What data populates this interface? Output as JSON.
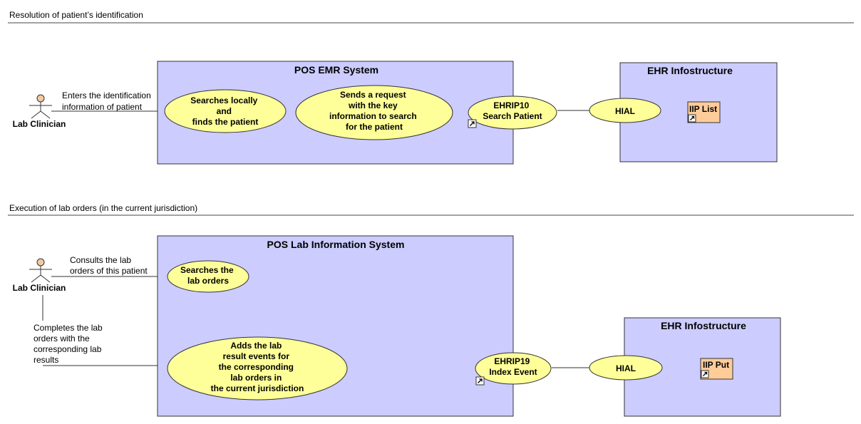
{
  "sections": [
    {
      "title": "Resolution of patient’s identification"
    },
    {
      "title": "Execution of lab orders (in the current jurisdiction)"
    }
  ],
  "systems": [
    {
      "name": "POS EMR System"
    },
    {
      "name": "EHR Infostructure"
    },
    {
      "name": "POS Lab Information System"
    },
    {
      "name": "EHR Infostructure"
    }
  ],
  "actors": [
    {
      "name": "Lab Clinician"
    },
    {
      "name": "Lab Clinician"
    }
  ],
  "associations": [
    {
      "lines": [
        "Enters the identification",
        "information of patient"
      ]
    },
    {
      "lines": [
        "Consults the lab",
        "orders of this patient"
      ]
    },
    {
      "lines": [
        "Completes the lab",
        "orders with the",
        "corresponding lab",
        "results"
      ]
    }
  ],
  "use_cases": [
    {
      "lines": [
        "Searches locally",
        "and",
        "finds the patient"
      ]
    },
    {
      "lines": [
        "Sends a request",
        "with the key",
        "information to search",
        "for the patient"
      ]
    },
    {
      "lines": [
        "EHRIP10",
        "Search Patient"
      ]
    },
    {
      "lines": [
        "HIAL"
      ]
    },
    {
      "lines": [
        "Searches the",
        "lab orders"
      ]
    },
    {
      "lines": [
        "Adds the lab",
        "result events for",
        "the corresponding",
        "lab orders in",
        "the current jurisdiction"
      ]
    },
    {
      "lines": [
        "EHRIP19",
        "Index Event"
      ]
    },
    {
      "lines": [
        "HIAL"
      ]
    }
  ],
  "components": [
    {
      "name": "IIP List"
    },
    {
      "name": "IIP Put"
    }
  ],
  "colors": {
    "system_fill": "#ccccff",
    "use_case_fill": "#ffff99",
    "component_fill": "#ffcc99",
    "actor_head": "#f5c9a0"
  }
}
